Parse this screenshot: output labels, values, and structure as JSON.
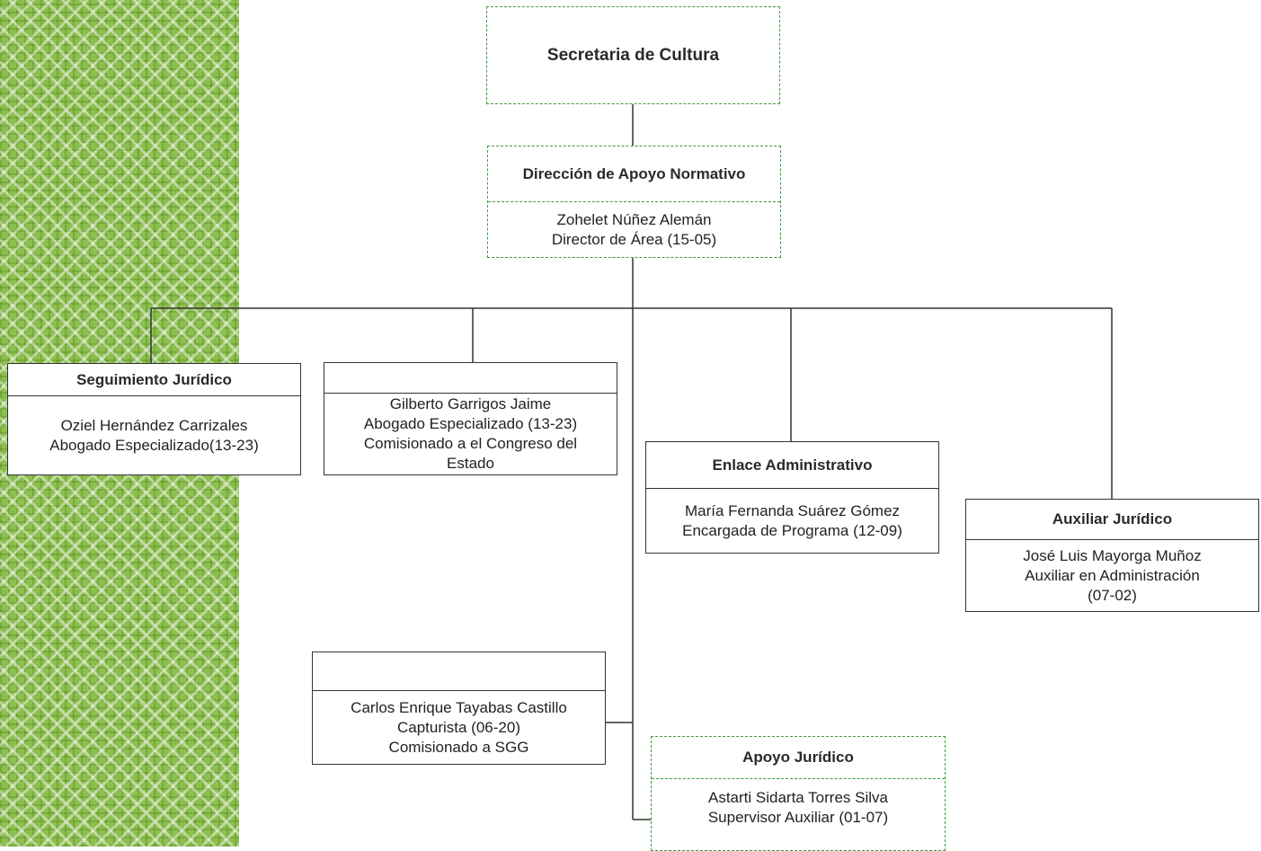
{
  "diagram": {
    "root": {
      "title": "Secretaria de Cultura"
    },
    "director": {
      "title": "Dirección de Apoyo Normativo",
      "lines": [
        "Zohelet Núñez Alemán",
        "Director de Área  (15-05)"
      ]
    },
    "seguimiento": {
      "title": "Seguimiento Jurídico",
      "lines": [
        "Oziel Hernández Carrizales",
        "Abogado  Especializado(13-23)"
      ]
    },
    "congreso": {
      "title": "",
      "lines": [
        "Gilberto Garrigos Jaime",
        "Abogado Especializado (13-23)",
        "Comisionado a el Congreso del",
        "Estado"
      ]
    },
    "enlace": {
      "title": "Enlace Administrativo",
      "lines": [
        "María Fernanda Suárez Gómez",
        "Encargada de Programa (12-09)"
      ]
    },
    "auxiliar": {
      "title": "Auxiliar  Jurídico",
      "lines": [
        "José Luis Mayorga Muñoz",
        "Auxiliar en Administración",
        "(07-02)"
      ]
    },
    "capturista": {
      "title": "",
      "lines": [
        "Carlos Enrique Tayabas Castillo",
        "Capturista (06-20)",
        "Comisionado a SGG"
      ]
    },
    "apoyo": {
      "title": "Apoyo Jurídico",
      "lines": [
        "Astarti Sidarta Torres Silva",
        "Supervisor Auxiliar (01-07)"
      ]
    }
  }
}
